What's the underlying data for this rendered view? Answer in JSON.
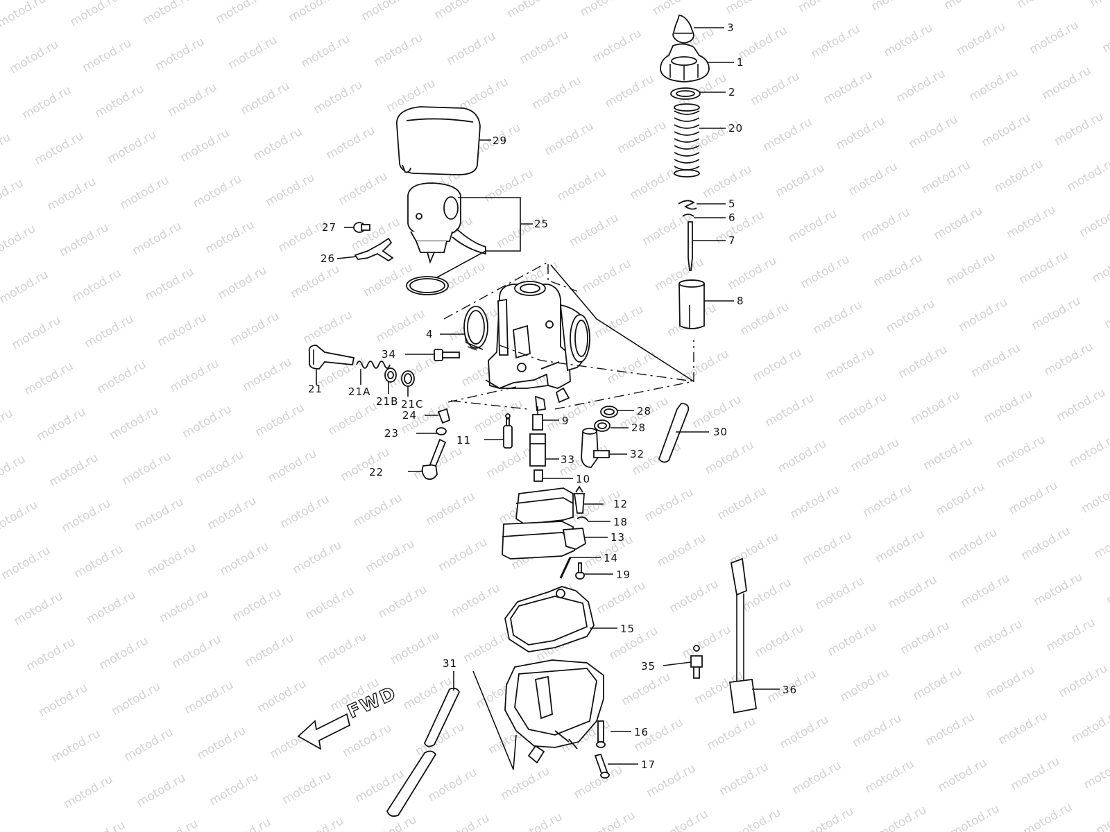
{
  "watermark": {
    "text": "motod.ru"
  },
  "direction_marker": {
    "text": "FWD"
  },
  "callouts": [
    {
      "id": "c3",
      "text": "3"
    },
    {
      "id": "c1",
      "text": "1"
    },
    {
      "id": "c2",
      "text": "2"
    },
    {
      "id": "c20",
      "text": "20"
    },
    {
      "id": "c5",
      "text": "5"
    },
    {
      "id": "c6",
      "text": "6"
    },
    {
      "id": "c7",
      "text": "7"
    },
    {
      "id": "c8",
      "text": "8"
    },
    {
      "id": "c29",
      "text": "29"
    },
    {
      "id": "c25",
      "text": "25"
    },
    {
      "id": "c27",
      "text": "27"
    },
    {
      "id": "c26",
      "text": "26"
    },
    {
      "id": "c4",
      "text": "4"
    },
    {
      "id": "c34",
      "text": "34"
    },
    {
      "id": "c21",
      "text": "21"
    },
    {
      "id": "c21A",
      "text": "21A"
    },
    {
      "id": "c21B",
      "text": "21B"
    },
    {
      "id": "c21C",
      "text": "21C"
    },
    {
      "id": "c24",
      "text": "24"
    },
    {
      "id": "c23",
      "text": "23"
    },
    {
      "id": "c22",
      "text": "22"
    },
    {
      "id": "c11",
      "text": "11"
    },
    {
      "id": "c9",
      "text": "9"
    },
    {
      "id": "c28a",
      "text": "28"
    },
    {
      "id": "c28b",
      "text": "28"
    },
    {
      "id": "c30",
      "text": "30"
    },
    {
      "id": "c32",
      "text": "32"
    },
    {
      "id": "c33",
      "text": "33"
    },
    {
      "id": "c10",
      "text": "10"
    },
    {
      "id": "c12",
      "text": "12"
    },
    {
      "id": "c18",
      "text": "18"
    },
    {
      "id": "c13",
      "text": "13"
    },
    {
      "id": "c14",
      "text": "14"
    },
    {
      "id": "c19",
      "text": "19"
    },
    {
      "id": "c15",
      "text": "15"
    },
    {
      "id": "c35",
      "text": "35"
    },
    {
      "id": "c36",
      "text": "36"
    },
    {
      "id": "c31",
      "text": "31"
    },
    {
      "id": "c16",
      "text": "16"
    },
    {
      "id": "c17",
      "text": "17"
    }
  ]
}
